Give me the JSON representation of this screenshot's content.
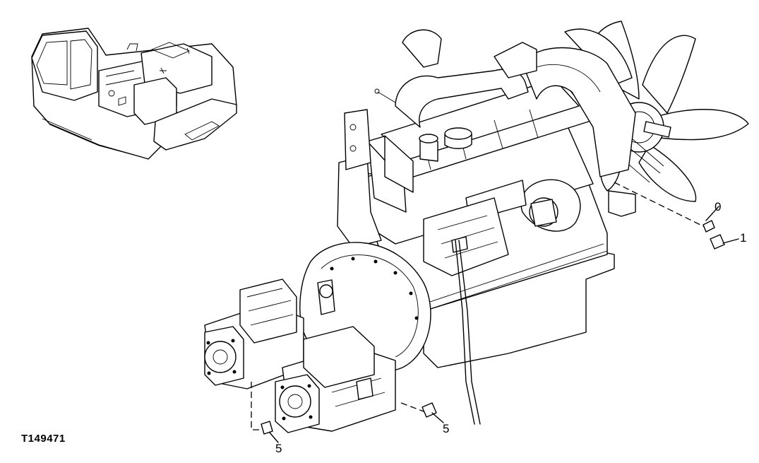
{
  "figure_id": "T149471",
  "callouts": [
    {
      "id": "callout-0",
      "text": "0"
    },
    {
      "id": "callout-1",
      "text": "1"
    },
    {
      "id": "callout-5a",
      "text": "5"
    },
    {
      "id": "callout-5b",
      "text": "5"
    }
  ]
}
